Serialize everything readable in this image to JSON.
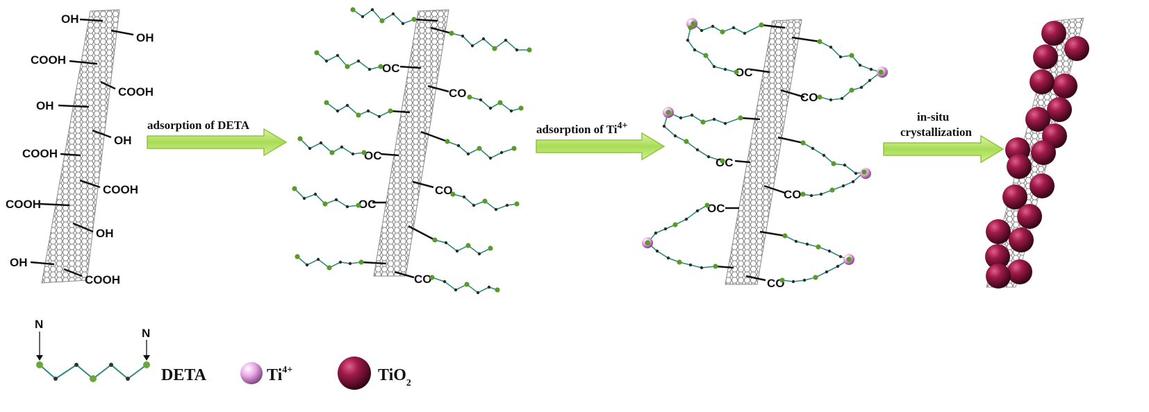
{
  "panel1": {
    "groups": [
      {
        "text": "OH",
        "side": "left"
      },
      {
        "text": "OH",
        "side": "right"
      },
      {
        "text": "COOH",
        "side": "left"
      },
      {
        "text": "COOH",
        "side": "right"
      },
      {
        "text": "OH",
        "side": "left"
      },
      {
        "text": "OH",
        "side": "right"
      },
      {
        "text": "COOH",
        "side": "left"
      },
      {
        "text": "COOH",
        "side": "right"
      },
      {
        "text": "COOH",
        "side": "left"
      },
      {
        "text": "OH",
        "side": "right"
      },
      {
        "text": "OH",
        "side": "left"
      },
      {
        "text": "COOH",
        "side": "right"
      }
    ]
  },
  "panel2": {
    "oc_labels": [
      "OC",
      "OC",
      "OC"
    ],
    "co_labels": [
      "CO",
      "CO",
      "CO"
    ]
  },
  "panel3": {
    "oc_labels": [
      "OC",
      "OC",
      "OC"
    ],
    "co_labels": [
      "CO",
      "CO",
      "CO"
    ]
  },
  "arrows": [
    {
      "line1": "adsorption of DETA",
      "line2": ""
    },
    {
      "line1": "adsorption of Ti",
      "sup": "4+",
      "line2": ""
    },
    {
      "line1": "in-situ",
      "line2": "crystallization"
    }
  ],
  "legend": {
    "deta_label": "DETA",
    "n_label": "N",
    "ti_label": "Ti",
    "ti_sup": "4+",
    "tio2_label": "TiO",
    "tio2_sub": "2"
  },
  "colors": {
    "arrow": "#b5e36a",
    "arrow_edge": "#8fc43c",
    "chain": "#2a8a7a",
    "chain_dot": "#5a9a2a",
    "ti_ion": "#e0a6e0",
    "tio2": "#8a1540",
    "tube": "#9a9a9a"
  }
}
